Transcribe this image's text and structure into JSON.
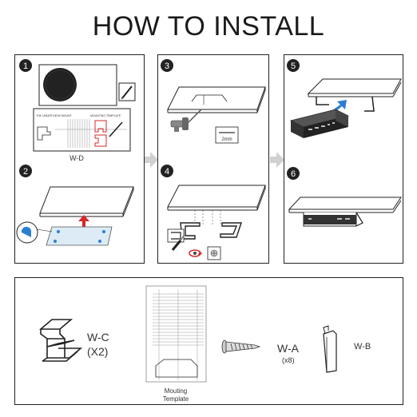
{
  "title": "HOW TO INSTALL",
  "steps": [
    {
      "num": "1"
    },
    {
      "num": "2"
    },
    {
      "num": "3"
    },
    {
      "num": "4"
    },
    {
      "num": "5"
    },
    {
      "num": "6"
    }
  ],
  "step1": {
    "sheet_label": "W-D"
  },
  "step3": {
    "drill_size": "2mm"
  },
  "parts": {
    "wc_name": "W-C",
    "wc_qty": "(X2)",
    "template_caption_line1": "Mouting",
    "template_caption_line2": "Template",
    "wa_name": "W-A",
    "wa_qty": "(x8)",
    "wb_name": "W-B"
  },
  "colors": {
    "outline": "#222222",
    "accent_red": "#d42a2a",
    "accent_blue": "#2a7fd4",
    "arrow_gray": "#cfcfcf",
    "plate_blue": "#cfe3f2"
  },
  "icons": [
    "step-number-badge-icon",
    "pen-icon",
    "drill-icon",
    "arrow-right-icon",
    "screwdriver-icon",
    "rotate-icon",
    "screw-icon"
  ]
}
